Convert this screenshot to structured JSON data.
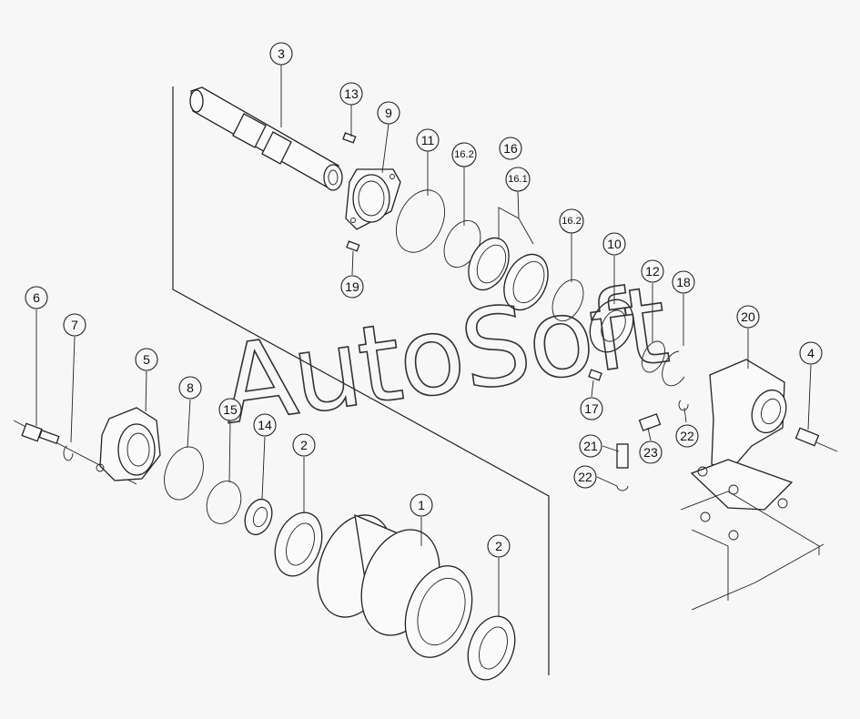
{
  "watermark": "AutoSoft",
  "callouts": [
    {
      "id": "c3",
      "label": "3"
    },
    {
      "id": "c13",
      "label": "13"
    },
    {
      "id": "c9",
      "label": "9"
    },
    {
      "id": "c11",
      "label": "11"
    },
    {
      "id": "c16_2a",
      "label": "16.2"
    },
    {
      "id": "c16",
      "label": "16"
    },
    {
      "id": "c16_1",
      "label": "16.1"
    },
    {
      "id": "c16_2b",
      "label": "16.2"
    },
    {
      "id": "c19",
      "label": "19"
    },
    {
      "id": "c10",
      "label": "10"
    },
    {
      "id": "c12",
      "label": "12"
    },
    {
      "id": "c18",
      "label": "18"
    },
    {
      "id": "c20",
      "label": "20"
    },
    {
      "id": "c6",
      "label": "6"
    },
    {
      "id": "c7",
      "label": "7"
    },
    {
      "id": "c5",
      "label": "5"
    },
    {
      "id": "c8",
      "label": "8"
    },
    {
      "id": "c15",
      "label": "15"
    },
    {
      "id": "c14",
      "label": "14"
    },
    {
      "id": "c2a",
      "label": "2"
    },
    {
      "id": "c1",
      "label": "1"
    },
    {
      "id": "c2b",
      "label": "2"
    },
    {
      "id": "c4",
      "label": "4"
    },
    {
      "id": "c17",
      "label": "17"
    },
    {
      "id": "c21",
      "label": "21"
    },
    {
      "id": "c22a",
      "label": "22"
    },
    {
      "id": "c23",
      "label": "23"
    },
    {
      "id": "c22b",
      "label": "22"
    }
  ]
}
